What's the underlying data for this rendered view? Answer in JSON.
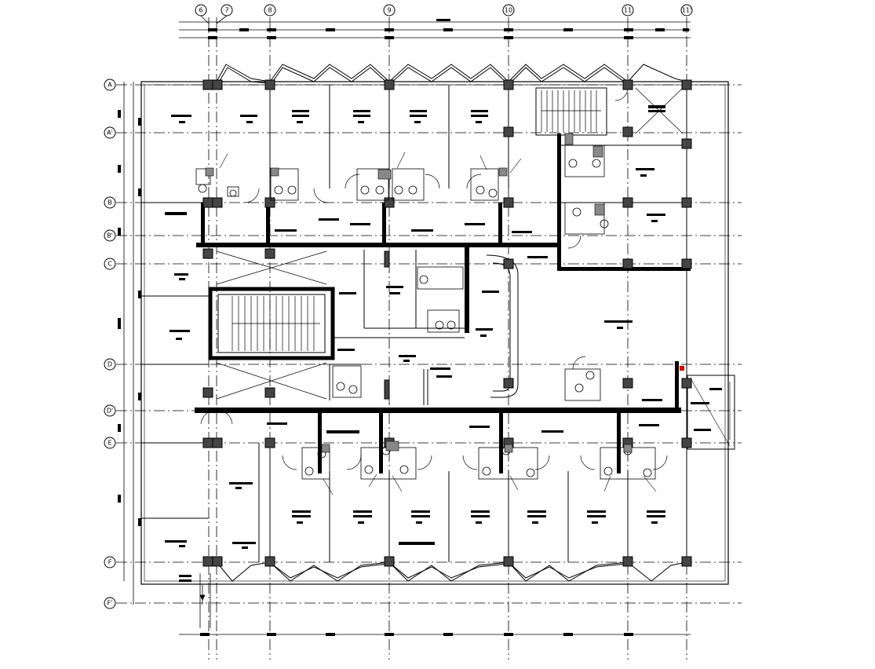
{
  "drawing": {
    "type": "architectural-floor-plan",
    "colors": {
      "line": "#000000",
      "accent": "#d00000",
      "background": "#ffffff"
    }
  },
  "grid": {
    "columns": [
      "6",
      "7",
      "8",
      "9",
      "10",
      "11",
      "11'"
    ],
    "rows": [
      "A",
      "A'",
      "B",
      "B'",
      "C",
      "D",
      "D'",
      "E",
      "F",
      "F'"
    ]
  }
}
